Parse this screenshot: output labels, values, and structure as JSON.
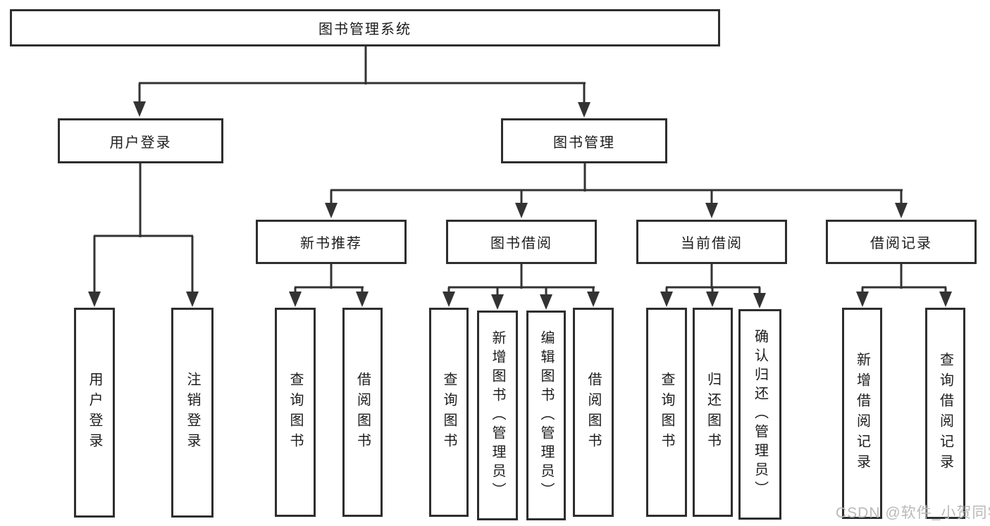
{
  "tree": {
    "root": "图书管理系统",
    "branches": [
      {
        "label": "用户登录",
        "children": [
          "用户登录",
          "注销登录"
        ]
      },
      {
        "label": "图书管理",
        "children": [
          {
            "label": "新书推荐",
            "children": [
              "查询图书",
              "借阅图书"
            ]
          },
          {
            "label": "图书借阅",
            "children": [
              "查询图书",
              "新增图书（管理员）",
              "编辑图书（管理员）",
              "借阅图书"
            ]
          },
          {
            "label": "当前借阅",
            "children": [
              "查询图书",
              "归还图书",
              "确认归还（管理员）"
            ]
          },
          {
            "label": "借阅记录",
            "children": [
              "新增借阅记录",
              "查询借阅记录"
            ]
          }
        ]
      }
    ]
  },
  "watermark": "CSDN @软件_小贺同学",
  "colors": {
    "line": "#333333",
    "box_border": "#2e2e2e",
    "text": "#1c1c1c",
    "watermark": "#b9b9b9",
    "background": "#ffffff"
  }
}
